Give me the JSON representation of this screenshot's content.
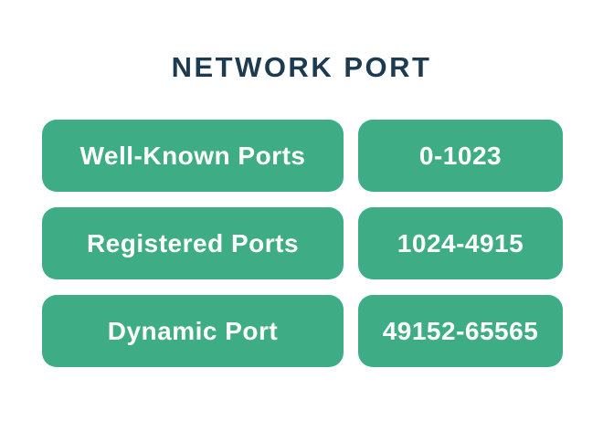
{
  "title": {
    "text": "NETWORK PORT"
  },
  "colors": {
    "background": "#ffffff",
    "box_green": "#3eac84",
    "title_navy": "#1d3b50",
    "box_text": "#ffffff"
  },
  "table": {
    "rows": [
      {
        "label": "Well-Known Ports",
        "range": "0-1023"
      },
      {
        "label": "Registered Ports",
        "range": "1024-4915"
      },
      {
        "label": "Dynamic Port",
        "range": "49152-65565"
      }
    ]
  }
}
